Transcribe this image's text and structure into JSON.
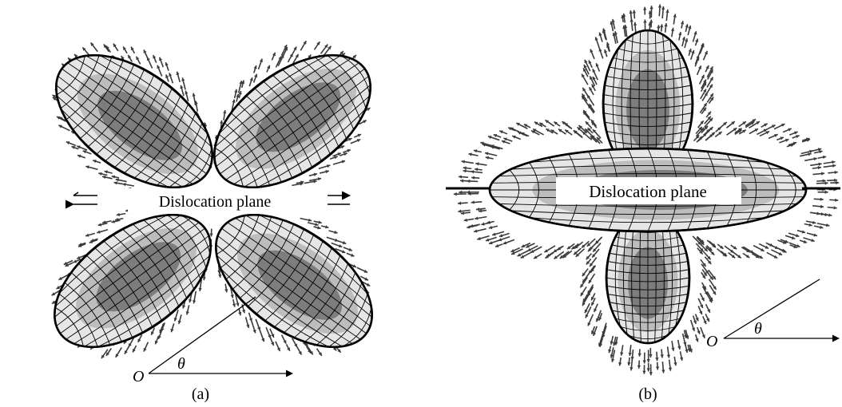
{
  "panel_a": {
    "plane_label": "Dislocation plane",
    "origin_label": "O",
    "angle_label": "θ",
    "caption": "(a)"
  },
  "panel_b": {
    "plane_label": "Dislocation plane",
    "origin_label": "O",
    "angle_label": "θ",
    "caption": "(b)"
  },
  "colors": {
    "lobe_outer": "#e6e6e6",
    "lobe_mid": "#bdbdbd",
    "lobe_inner": "#7d7d7d",
    "mesh": "#000000",
    "arrow": "#3a3a3a"
  }
}
